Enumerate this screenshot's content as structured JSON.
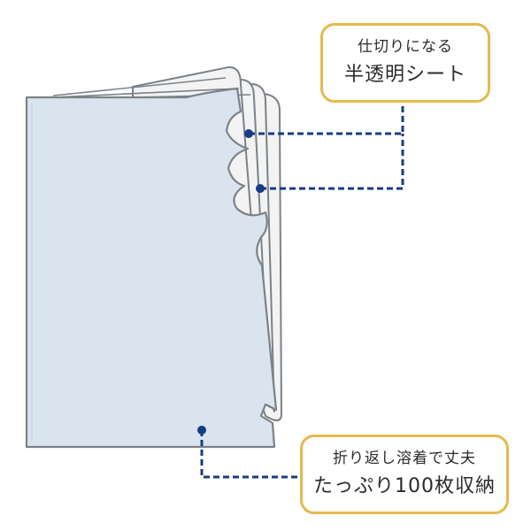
{
  "callouts": {
    "top": {
      "line1": "仕切りになる",
      "line2": "半透明シート"
    },
    "bottom": {
      "line1": "折り返し溶着で丈夫",
      "line2": "たっぷり100枚収納"
    }
  },
  "colors": {
    "folder_fill": "#d9e4ee",
    "sheet_fill": "#f3f3f3",
    "outline": "#7b8288",
    "leader": "#183c84",
    "callout_border": "#e5b94c"
  }
}
